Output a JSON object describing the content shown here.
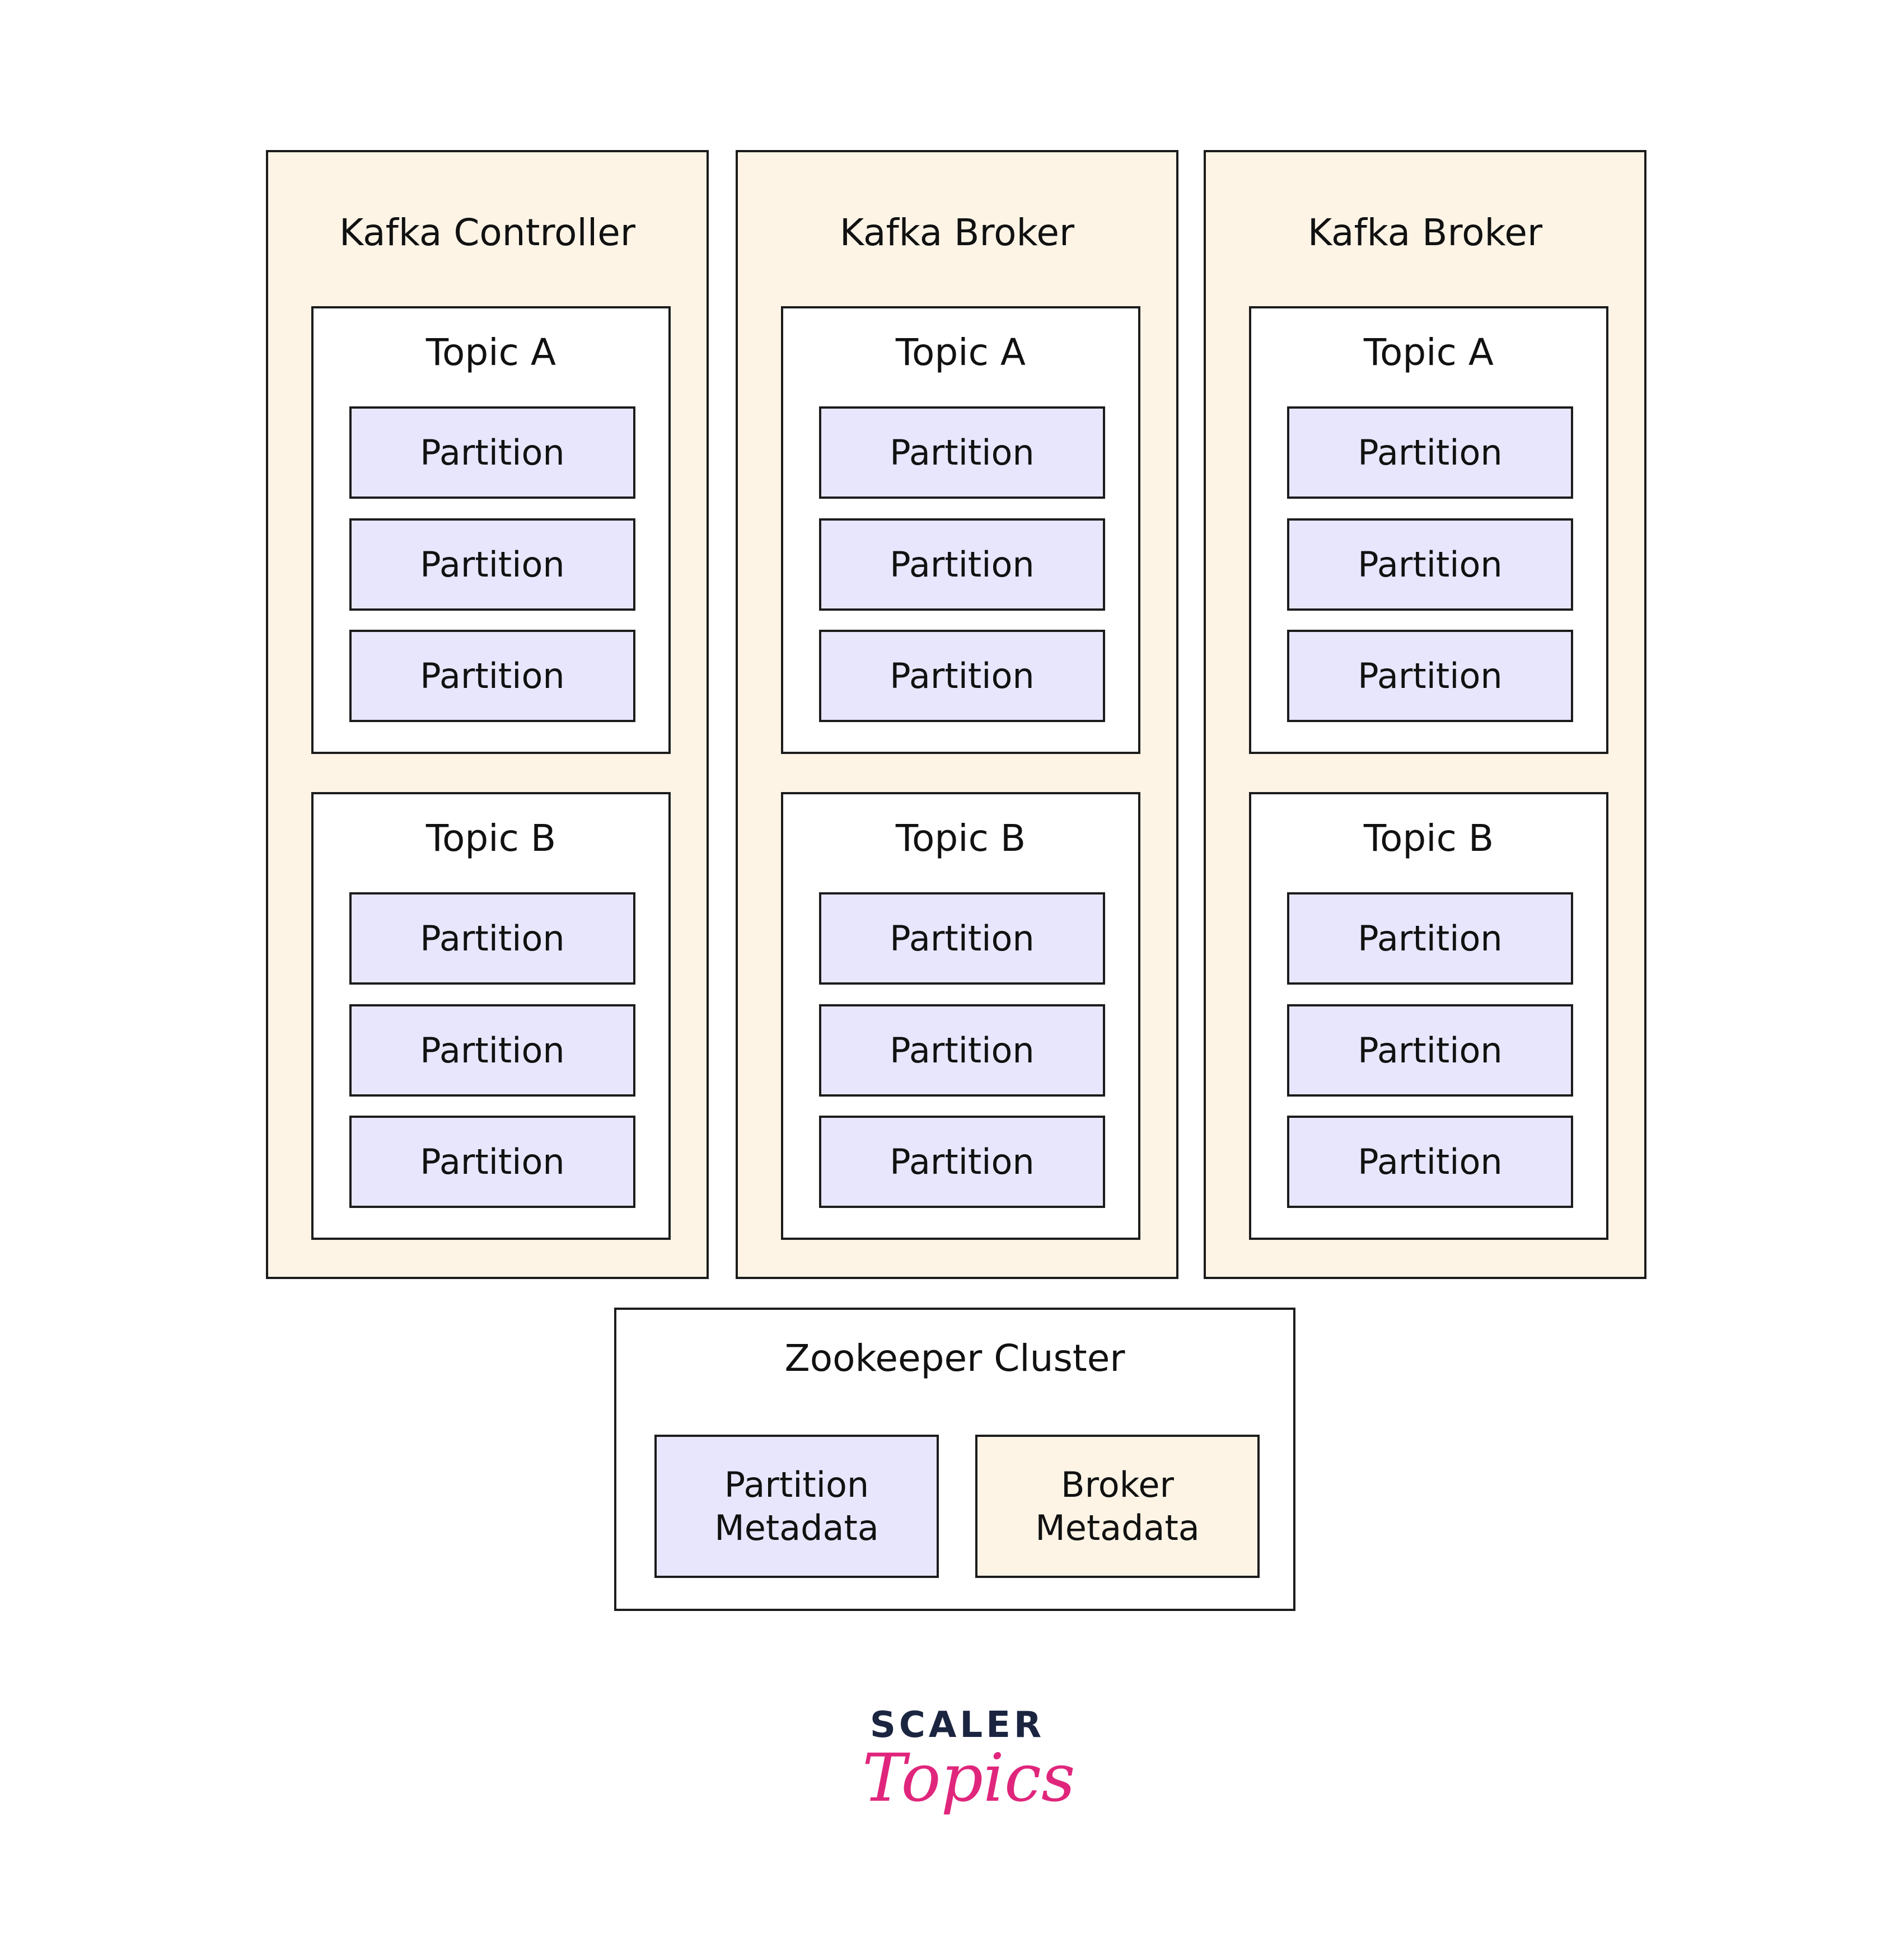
{
  "colors": {
    "outline": "#1c1c1c",
    "broker_fill": "#fdf4e6",
    "topic_fill": "#ffffff",
    "partition_fill": "#e7e6fd",
    "zookeeper_fill": "#ffffff",
    "broker_metadata_fill": "#fdf4e6",
    "logo_dark": "#1b2540",
    "logo_accent": "#e0267c"
  },
  "brokers": [
    {
      "title": "Kafka Controller",
      "topics": [
        {
          "title": "Topic A",
          "partitions": [
            "Partition",
            "Partition",
            "Partition"
          ]
        },
        {
          "title": "Topic B",
          "partitions": [
            "Partition",
            "Partition",
            "Partition"
          ]
        }
      ]
    },
    {
      "title": "Kafka Broker",
      "topics": [
        {
          "title": "Topic A",
          "partitions": [
            "Partition",
            "Partition",
            "Partition"
          ]
        },
        {
          "title": "Topic B",
          "partitions": [
            "Partition",
            "Partition",
            "Partition"
          ]
        }
      ]
    },
    {
      "title": "Kafka Broker",
      "topics": [
        {
          "title": "Topic A",
          "partitions": [
            "Partition",
            "Partition",
            "Partition"
          ]
        },
        {
          "title": "Topic B",
          "partitions": [
            "Partition",
            "Partition",
            "Partition"
          ]
        }
      ]
    }
  ],
  "zookeeper": {
    "title": "Zookeeper Cluster",
    "partition_metadata": "Partition\nMetadata",
    "broker_metadata": "Broker\nMetadata"
  },
  "logo": {
    "top": "SCALER",
    "bottom": "Topics"
  }
}
